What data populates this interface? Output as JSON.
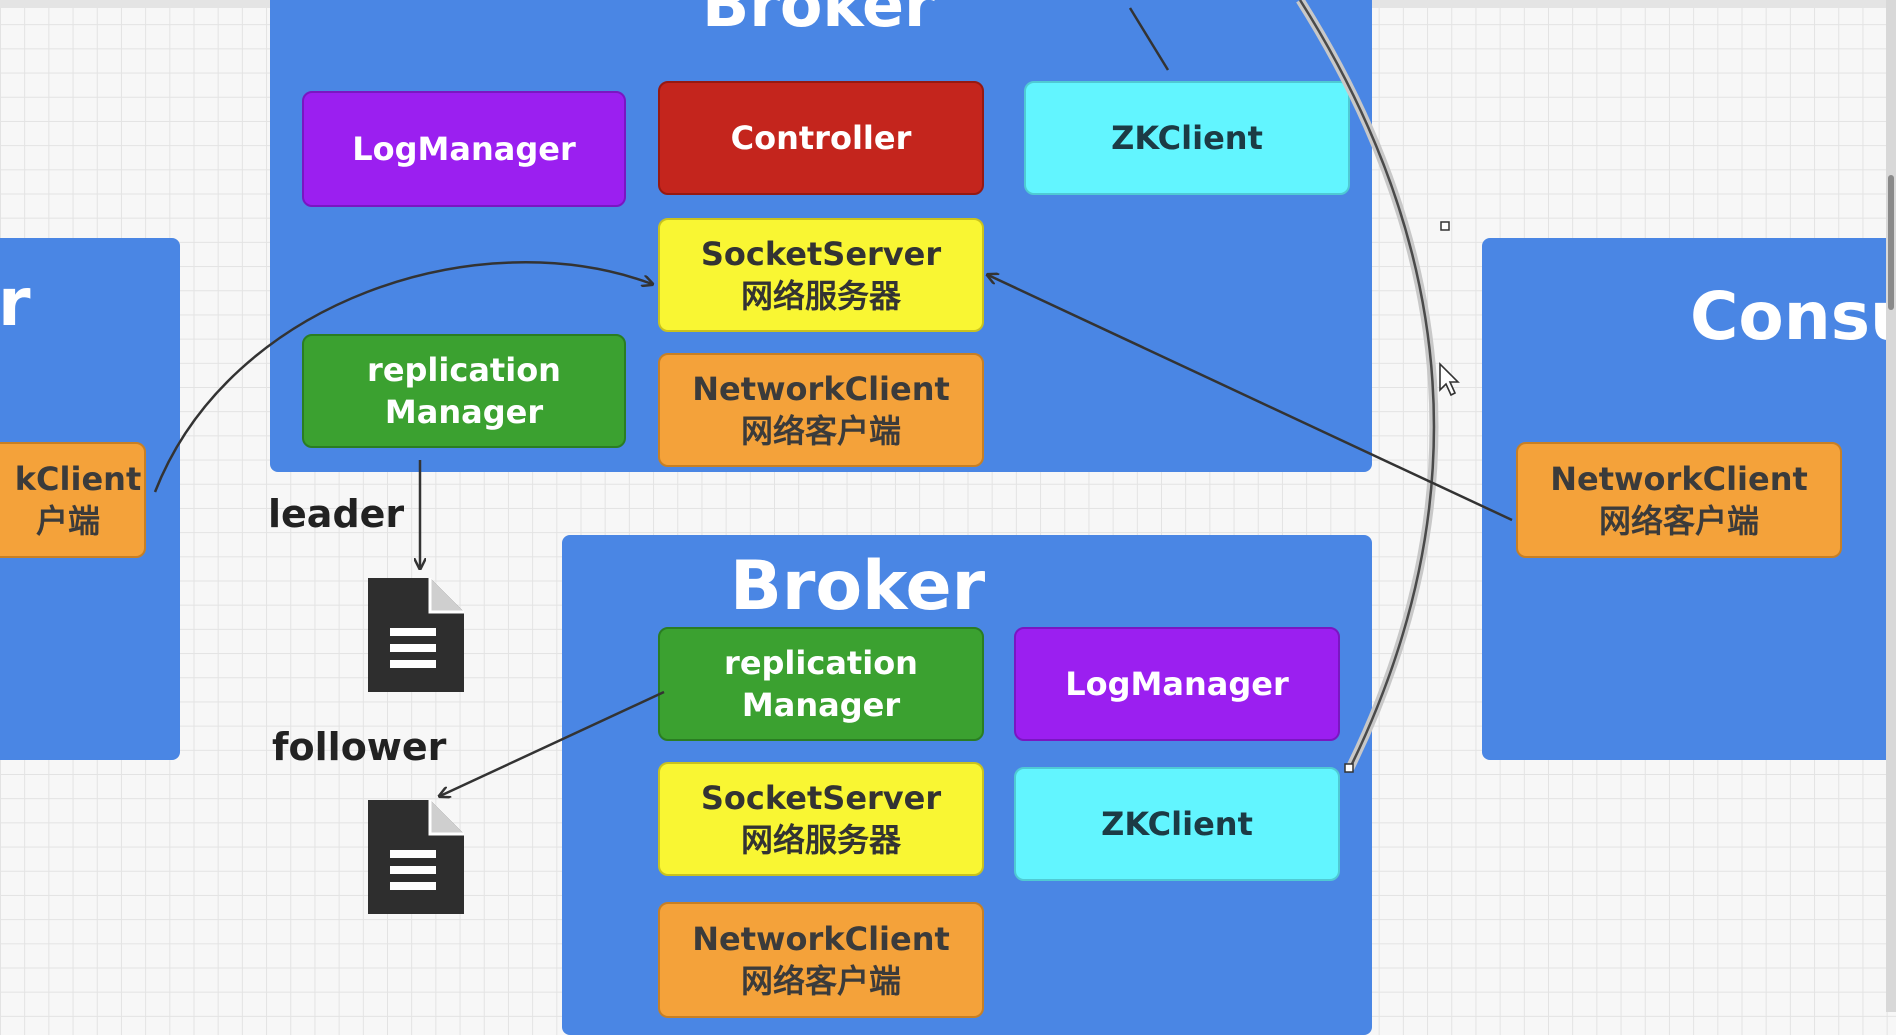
{
  "diagram": {
    "brokers": [
      {
        "title": "Broker",
        "components": {
          "log_manager": "LogManager",
          "controller": "Controller",
          "zk_client": "ZKClient",
          "socket_server": [
            "SocketServer",
            "网络服务器"
          ],
          "replication_manager": [
            "replication",
            "Manager"
          ],
          "network_client": [
            "NetworkClient",
            "网络客户端"
          ]
        }
      },
      {
        "title": "Broker",
        "components": {
          "replication_manager": [
            "replication",
            "Manager"
          ],
          "log_manager": "LogManager",
          "socket_server": [
            "SocketServer",
            "网络服务器"
          ],
          "zk_client": "ZKClient",
          "network_client": [
            "NetworkClient",
            "网络客户端"
          ]
        }
      }
    ],
    "producer": {
      "title_fragment": "r",
      "network_client": [
        "kClient",
        "户端"
      ]
    },
    "consumer": {
      "title_fragment": "Consu",
      "network_client": [
        "NetworkClient",
        "网络客户端"
      ]
    },
    "labels": {
      "leader": "leader",
      "follower": "follower"
    },
    "icons": [
      "document-icon",
      "document-icon",
      "mouse-pointer-icon"
    ],
    "colors": {
      "panel": "#4a86e4",
      "log_manager": "#9b1ff0",
      "controller": "#c4251d",
      "zk_client": "#62f5ff",
      "socket_server": "#f9f633",
      "replication_manager": "#3ba130",
      "network_client": "#f4a23a"
    }
  }
}
